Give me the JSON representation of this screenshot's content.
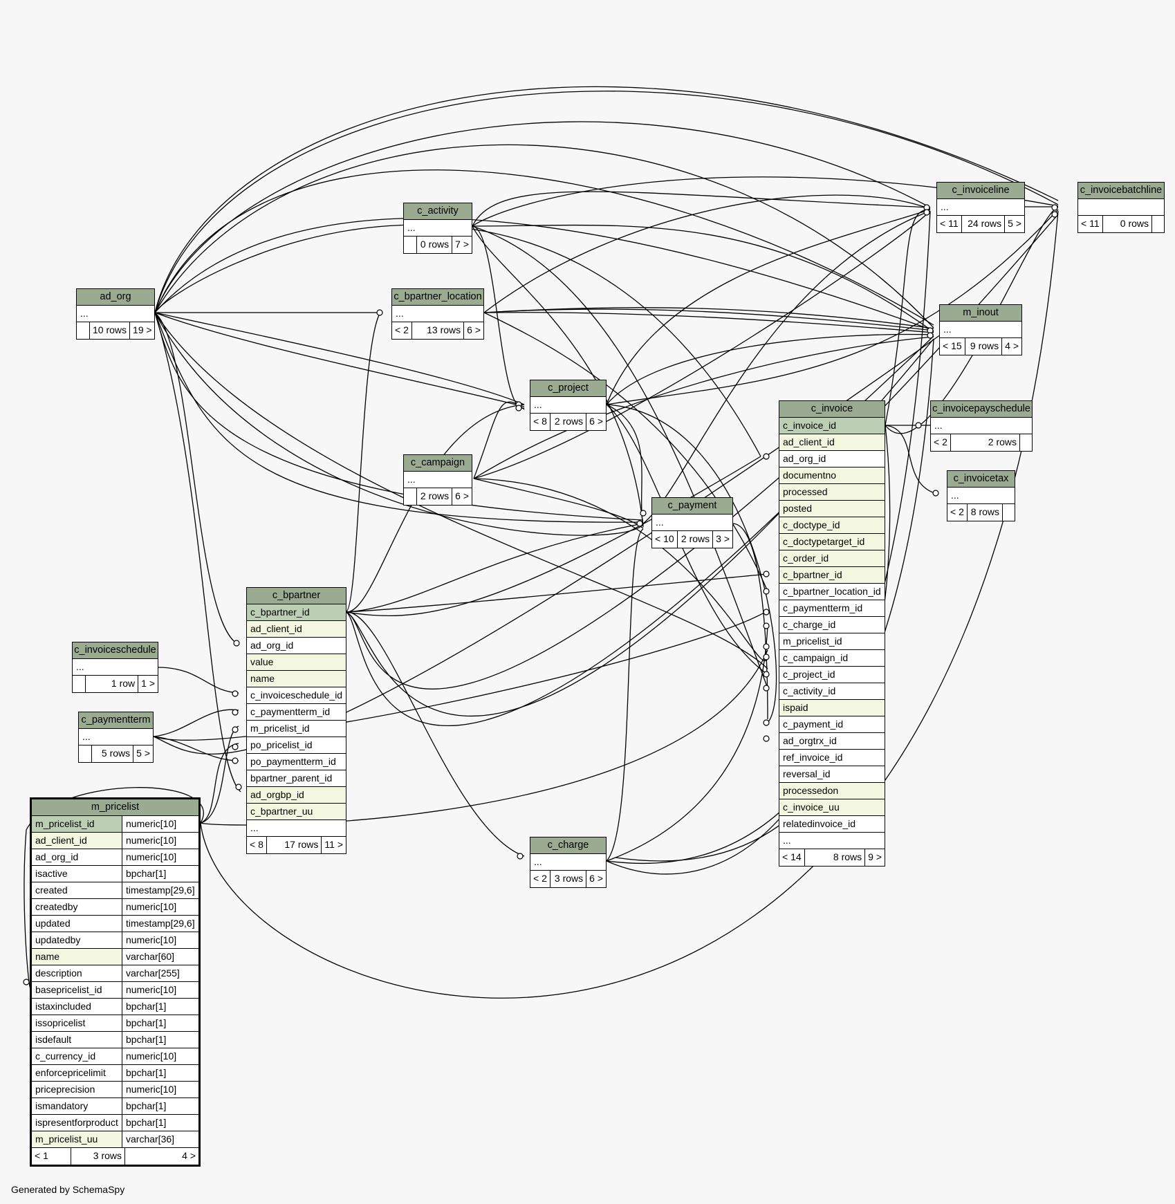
{
  "footer": "Generated by SchemaSpy",
  "tables": {
    "ad_org": {
      "title": "ad_org",
      "cols": [
        "..."
      ],
      "foot": [
        "",
        "10 rows",
        "19 >"
      ]
    },
    "c_activity": {
      "title": "c_activity",
      "cols": [
        "..."
      ],
      "foot": [
        "",
        "0 rows",
        "7 >"
      ]
    },
    "c_bpartner_location": {
      "title": "c_bpartner_location",
      "cols": [
        "..."
      ],
      "foot": [
        "< 2",
        "13 rows",
        "6 >"
      ]
    },
    "c_project": {
      "title": "c_project",
      "cols": [
        "..."
      ],
      "foot": [
        "< 8",
        "2 rows",
        "6 >"
      ]
    },
    "c_campaign": {
      "title": "c_campaign",
      "cols": [
        "..."
      ],
      "foot": [
        "",
        "2 rows",
        "6 >"
      ]
    },
    "c_payment": {
      "title": "c_payment",
      "cols": [
        "..."
      ],
      "foot": [
        "< 10",
        "2 rows",
        "3 >"
      ]
    },
    "c_invoiceline": {
      "title": "c_invoiceline",
      "cols": [
        "..."
      ],
      "foot": [
        "< 11",
        "24 rows",
        "5 >"
      ]
    },
    "c_invoicebatchline": {
      "title": "c_invoicebatchline",
      "cols": [
        ""
      ],
      "foot": [
        "< 11",
        "0 rows",
        ""
      ]
    },
    "m_inout": {
      "title": "m_inout",
      "cols": [
        "..."
      ],
      "foot": [
        "< 15",
        "9 rows",
        "4 >"
      ]
    },
    "c_invoicepayschedule": {
      "title": "c_invoicepayschedule",
      "cols": [
        "..."
      ],
      "foot": [
        "< 2",
        "2 rows",
        ""
      ]
    },
    "c_invoicetax": {
      "title": "c_invoicetax",
      "cols": [
        "..."
      ],
      "foot": [
        "< 2",
        "8 rows",
        ""
      ]
    },
    "c_invoiceschedule": {
      "title": "c_invoiceschedule",
      "cols": [
        "..."
      ],
      "foot": [
        "",
        "1 row",
        "1 >"
      ]
    },
    "c_paymentterm": {
      "title": "c_paymentterm",
      "cols": [
        "..."
      ],
      "foot": [
        "",
        "5 rows",
        "5 >"
      ]
    },
    "c_charge": {
      "title": "c_charge",
      "cols": [
        "..."
      ],
      "foot": [
        "< 2",
        "3 rows",
        "6 >"
      ]
    },
    "c_bpartner": {
      "title": "c_bpartner",
      "cols": [
        "c_bpartner_id",
        "ad_client_id",
        "ad_org_id",
        "value",
        "name",
        "c_invoiceschedule_id",
        "c_paymentterm_id",
        "m_pricelist_id",
        "po_pricelist_id",
        "po_paymentterm_id",
        "bpartner_parent_id",
        "ad_orgbp_id",
        "c_bpartner_uu",
        "..."
      ],
      "kinds": [
        "pk",
        "fk",
        "",
        "fk",
        "fk",
        "",
        "",
        "",
        "",
        "",
        "",
        "fk",
        "fk",
        ""
      ],
      "foot": [
        "< 8",
        "17 rows",
        "11 >"
      ]
    },
    "c_invoice": {
      "title": "c_invoice",
      "cols": [
        "c_invoice_id",
        "ad_client_id",
        "ad_org_id",
        "documentno",
        "processed",
        "posted",
        "c_doctype_id",
        "c_doctypetarget_id",
        "c_order_id",
        "c_bpartner_id",
        "c_bpartner_location_id",
        "c_paymentterm_id",
        "c_charge_id",
        "m_pricelist_id",
        "c_campaign_id",
        "c_project_id",
        "c_activity_id",
        "ispaid",
        "c_payment_id",
        "ad_orgtrx_id",
        "ref_invoice_id",
        "reversal_id",
        "processedon",
        "c_invoice_uu",
        "relatedinvoice_id",
        "..."
      ],
      "kinds": [
        "pk",
        "fk",
        "",
        "fk",
        "fk",
        "fk",
        "fk",
        "fk",
        "fk",
        "fk",
        "",
        "",
        "",
        "",
        "",
        "",
        "",
        "fk",
        "",
        "",
        "",
        "",
        "fk",
        "fk",
        "",
        ""
      ],
      "foot": [
        "< 14",
        "8 rows",
        "9 >"
      ]
    },
    "m_pricelist": {
      "title": "m_pricelist",
      "cols": [
        [
          "m_pricelist_id",
          "numeric[10]"
        ],
        [
          "ad_client_id",
          "numeric[10]"
        ],
        [
          "ad_org_id",
          "numeric[10]"
        ],
        [
          "isactive",
          "bpchar[1]"
        ],
        [
          "created",
          "timestamp[29,6]"
        ],
        [
          "createdby",
          "numeric[10]"
        ],
        [
          "updated",
          "timestamp[29,6]"
        ],
        [
          "updatedby",
          "numeric[10]"
        ],
        [
          "name",
          "varchar[60]"
        ],
        [
          "description",
          "varchar[255]"
        ],
        [
          "basepricelist_id",
          "numeric[10]"
        ],
        [
          "istaxincluded",
          "bpchar[1]"
        ],
        [
          "issopricelist",
          "bpchar[1]"
        ],
        [
          "isdefault",
          "bpchar[1]"
        ],
        [
          "c_currency_id",
          "numeric[10]"
        ],
        [
          "enforcepricelimit",
          "bpchar[1]"
        ],
        [
          "priceprecision",
          "numeric[10]"
        ],
        [
          "ismandatory",
          "bpchar[1]"
        ],
        [
          "ispresentforproduct",
          "bpchar[1]"
        ],
        [
          "m_pricelist_uu",
          "varchar[36]"
        ]
      ],
      "kinds": [
        "pk",
        "fk",
        "",
        "",
        "",
        "",
        "",
        "",
        "fk",
        "",
        "",
        "",
        "",
        "",
        "",
        "",
        "",
        "",
        "",
        "fk"
      ],
      "foot": [
        "< 1",
        "3 rows",
        "4 >"
      ]
    }
  }
}
